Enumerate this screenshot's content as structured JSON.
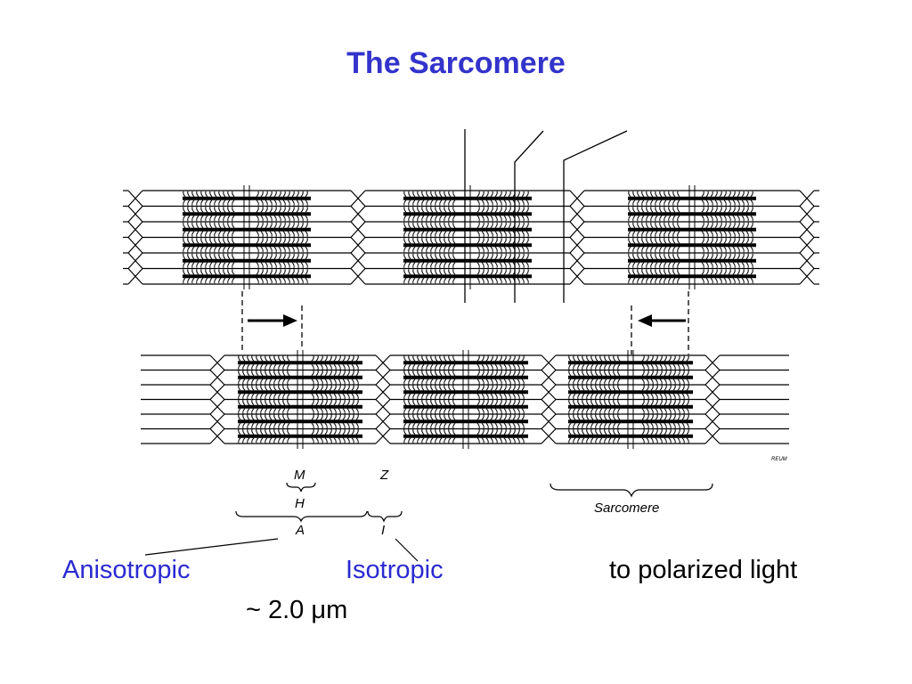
{
  "title": "The Sarcomere",
  "labels": {
    "m_band": "M",
    "z_line": "Z",
    "h_zone": "H",
    "a_band": "A",
    "i_band": "I",
    "sarcomere": "Sarcomere",
    "signature": "REUM"
  },
  "captions": {
    "anisotropic": "Anisotropic",
    "isotropic": "Isotropic",
    "polarized": "to polarized light",
    "scale": "~ 2.0 μm"
  },
  "colors": {
    "title": "#3333cc",
    "caption_accent": "#2a2ad2",
    "ink": "#000000"
  }
}
